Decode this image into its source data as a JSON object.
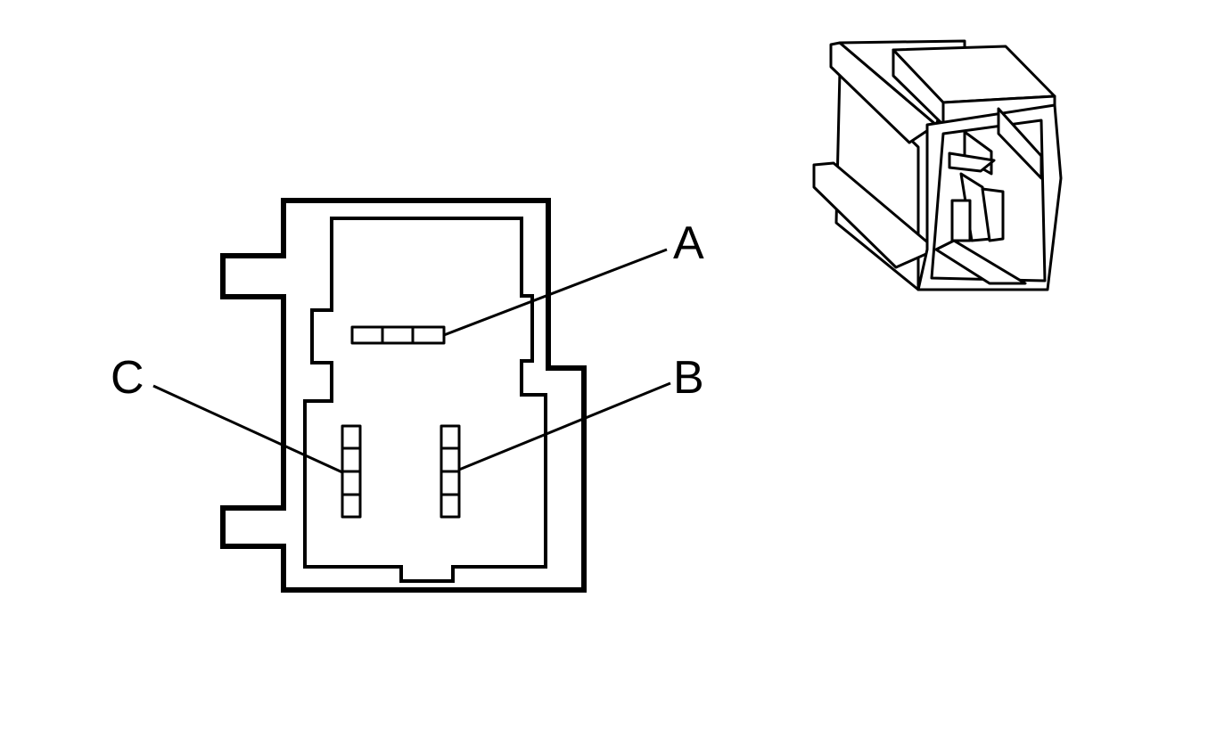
{
  "diagram": {
    "terminals": [
      {
        "id": "terminal-a",
        "label": "A"
      },
      {
        "id": "terminal-b",
        "label": "B"
      },
      {
        "id": "terminal-c",
        "label": "C"
      }
    ]
  }
}
